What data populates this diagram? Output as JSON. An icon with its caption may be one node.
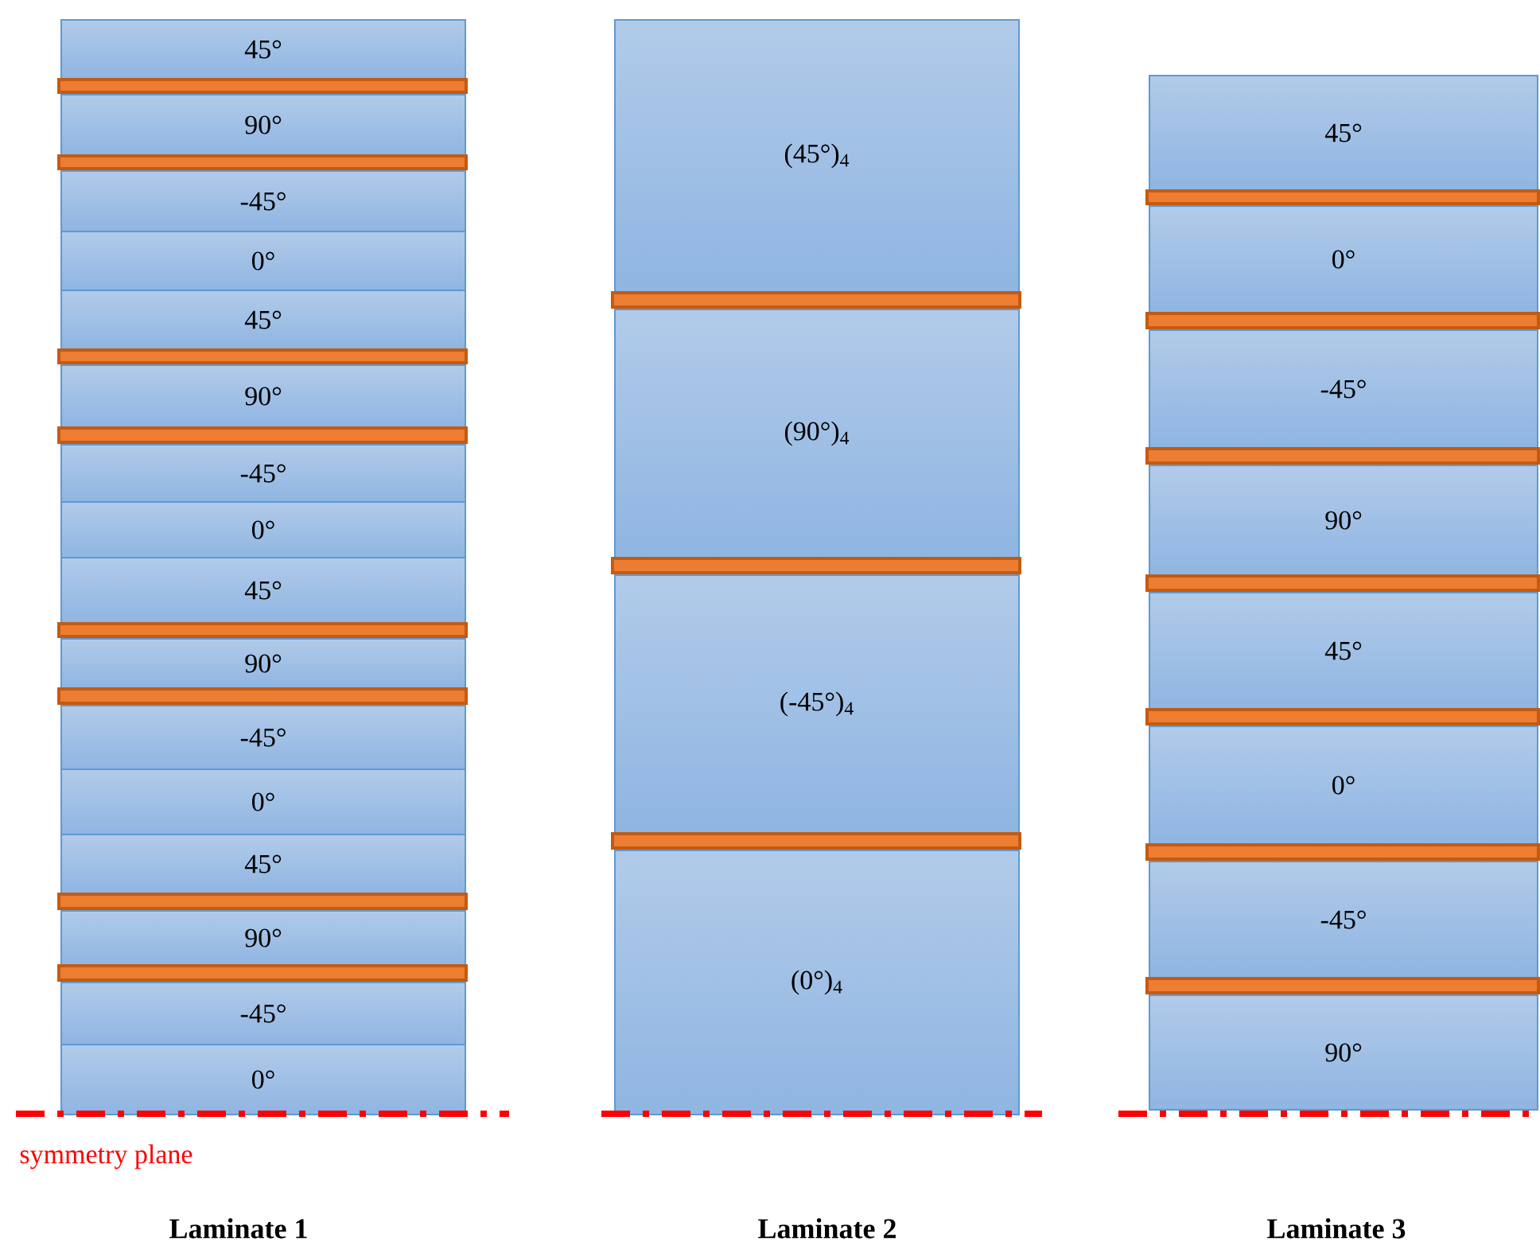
{
  "diagram": {
    "nodes": [
      {
        "text": [
          "45°"
        ]
      },
      {
        "text": [
          "90°"
        ]
      },
      {
        "text": [
          "-45°"
        ]
      },
      {
        "text": [
          "0°"
        ]
      },
      {
        "text": [
          "45°"
        ]
      },
      {
        "text": [
          "90°"
        ]
      },
      {
        "text": [
          "-45°"
        ]
      },
      {
        "text": [
          "0°"
        ]
      },
      {
        "text": [
          "45°"
        ]
      },
      {
        "text": [
          "90°"
        ]
      },
      {
        "text": [
          "-45°"
        ]
      },
      {
        "text": [
          "0°"
        ]
      },
      {
        "text": [
          "45°"
        ]
      },
      {
        "text": [
          "90°"
        ]
      },
      {
        "text": [
          "-45°"
        ]
      },
      {
        "text": [
          "0°"
        ]
      },
      {
        "text": [
          "(45°)$_{4}$"
        ]
      },
      {
        "text": [
          "(90°)$_{4}$"
        ]
      },
      {
        "text": [
          "(-45°)$_{4}$"
        ]
      },
      {
        "text": [
          "(0°)$_{4}$"
        ]
      },
      {
        "text": [
          "45°"
        ]
      },
      {
        "text": [
          "0°"
        ]
      },
      {
        "text": [
          "-45°"
        ]
      },
      {
        "text": [
          "90°"
        ]
      },
      {
        "text": [
          "45°"
        ]
      },
      {
        "text": [
          "0°"
        ]
      },
      {
        "text": [
          "-45°"
        ]
      },
      {
        "text": [
          "90°"
        ]
      }
    ],
    "labels": [
      "symmetry plane",
      "Laminate 1",
      "Laminate 2",
      "Laminate 3"
    ]
  }
}
